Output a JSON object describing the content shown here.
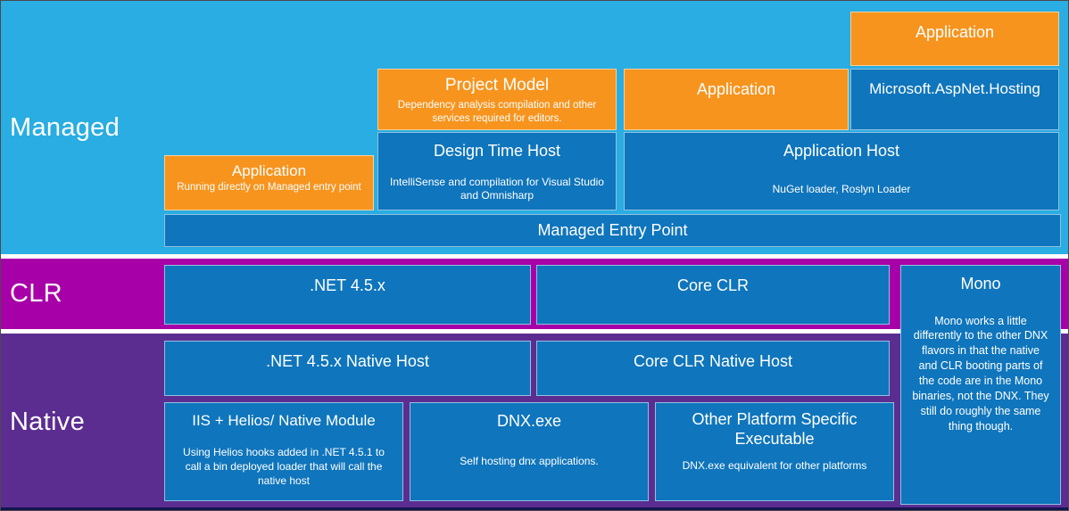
{
  "diagram": {
    "bands": {
      "managed": "Managed",
      "clr": "CLR",
      "native": "Native"
    },
    "boxes": {
      "app_top": {
        "title": "Application"
      },
      "project_model": {
        "title": "Project Model",
        "desc": "Dependency analysis compilation and other services required for editors."
      },
      "app_mid": {
        "title": "Application"
      },
      "aspnet_hosting": {
        "title": "Microsoft.AspNet.Hosting"
      },
      "design_time_host": {
        "title": "Design Time Host",
        "desc": "IntelliSense and compilation for Visual Studio and Omnisharp"
      },
      "application_host": {
        "title": "Application Host",
        "desc": "NuGet loader, Roslyn Loader"
      },
      "app_left": {
        "title": "Application",
        "desc": "Running directly on Managed entry point"
      },
      "managed_entry_point": {
        "title": "Managed Entry Point"
      },
      "net45": {
        "title": ".NET 4.5.x"
      },
      "core_clr": {
        "title": "Core CLR"
      },
      "mono": {
        "title": "Mono",
        "desc": "Mono works a little differently to the other DNX flavors in that the native and CLR booting parts of the code are in the Mono binaries, not the DNX. They still do roughly the same thing though."
      },
      "net45_native_host": {
        "title": ".NET 4.5.x Native Host"
      },
      "core_clr_native_host": {
        "title": "Core CLR Native Host"
      },
      "iis_helios": {
        "title": "IIS + Helios/ Native Module",
        "desc": "Using Helios hooks added in .NET 4.5.1 to call a bin deployed loader that will call the native host"
      },
      "dnx_exe": {
        "title": "DNX.exe",
        "desc": "Self hosting dnx applications."
      },
      "other_platform": {
        "title": "Other Platform Specific Executable",
        "desc": "DNX.exe equivalent for other platforms"
      }
    },
    "colors": {
      "managed_band": "#29ade2",
      "clr_band": "#a800a8",
      "native_band": "#5c2d91",
      "box_blue": "#0f75bc",
      "box_orange": "#f7941e",
      "text": "#ffffff"
    }
  }
}
